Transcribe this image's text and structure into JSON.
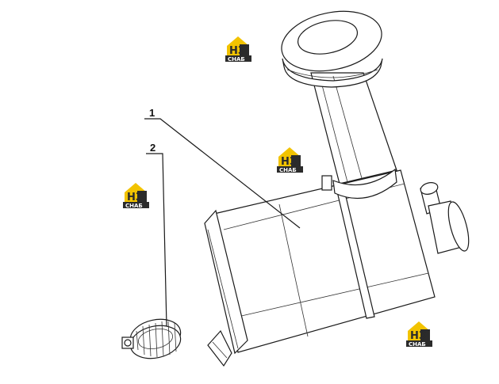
{
  "callouts": [
    {
      "number": "1"
    },
    {
      "number": "2"
    }
  ],
  "watermark": {
    "letters": "НЗ",
    "subtext": "СНАБ",
    "colors": {
      "yellow": "#f2c300",
      "dark": "#2b2b2b",
      "white": "#ffffff"
    }
  },
  "icons": [
    "air-filter-assembly",
    "hose-clamp"
  ]
}
